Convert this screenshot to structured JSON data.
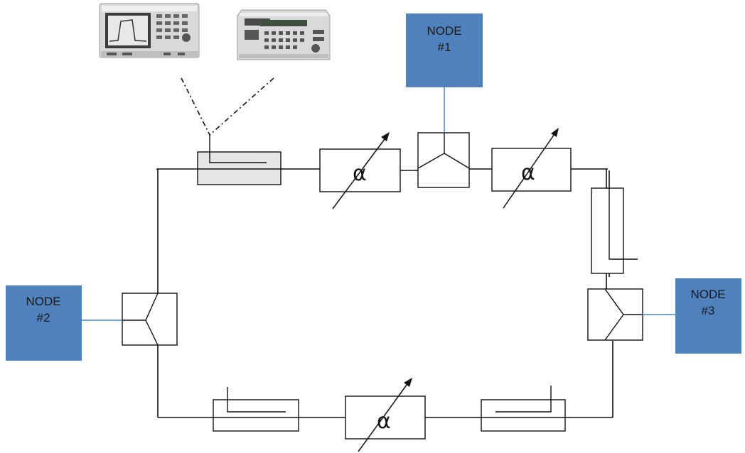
{
  "nodes": {
    "node1": {
      "line1": "NODE",
      "line2": "#1"
    },
    "node2": {
      "line1": "NODE",
      "line2": "#2"
    },
    "node3": {
      "line1": "NODE",
      "line2": "#3"
    }
  },
  "attenuators": {
    "att1": "α",
    "att2": "α",
    "att3": "α"
  },
  "colors": {
    "node_fill": "#4f81bd",
    "node_link": "#4f81bd",
    "line": "#111111",
    "coupler_fill": "#e6e6e6"
  },
  "instruments": {
    "analyzer": "spectrum-analyzer",
    "generator": "signal-generator"
  }
}
